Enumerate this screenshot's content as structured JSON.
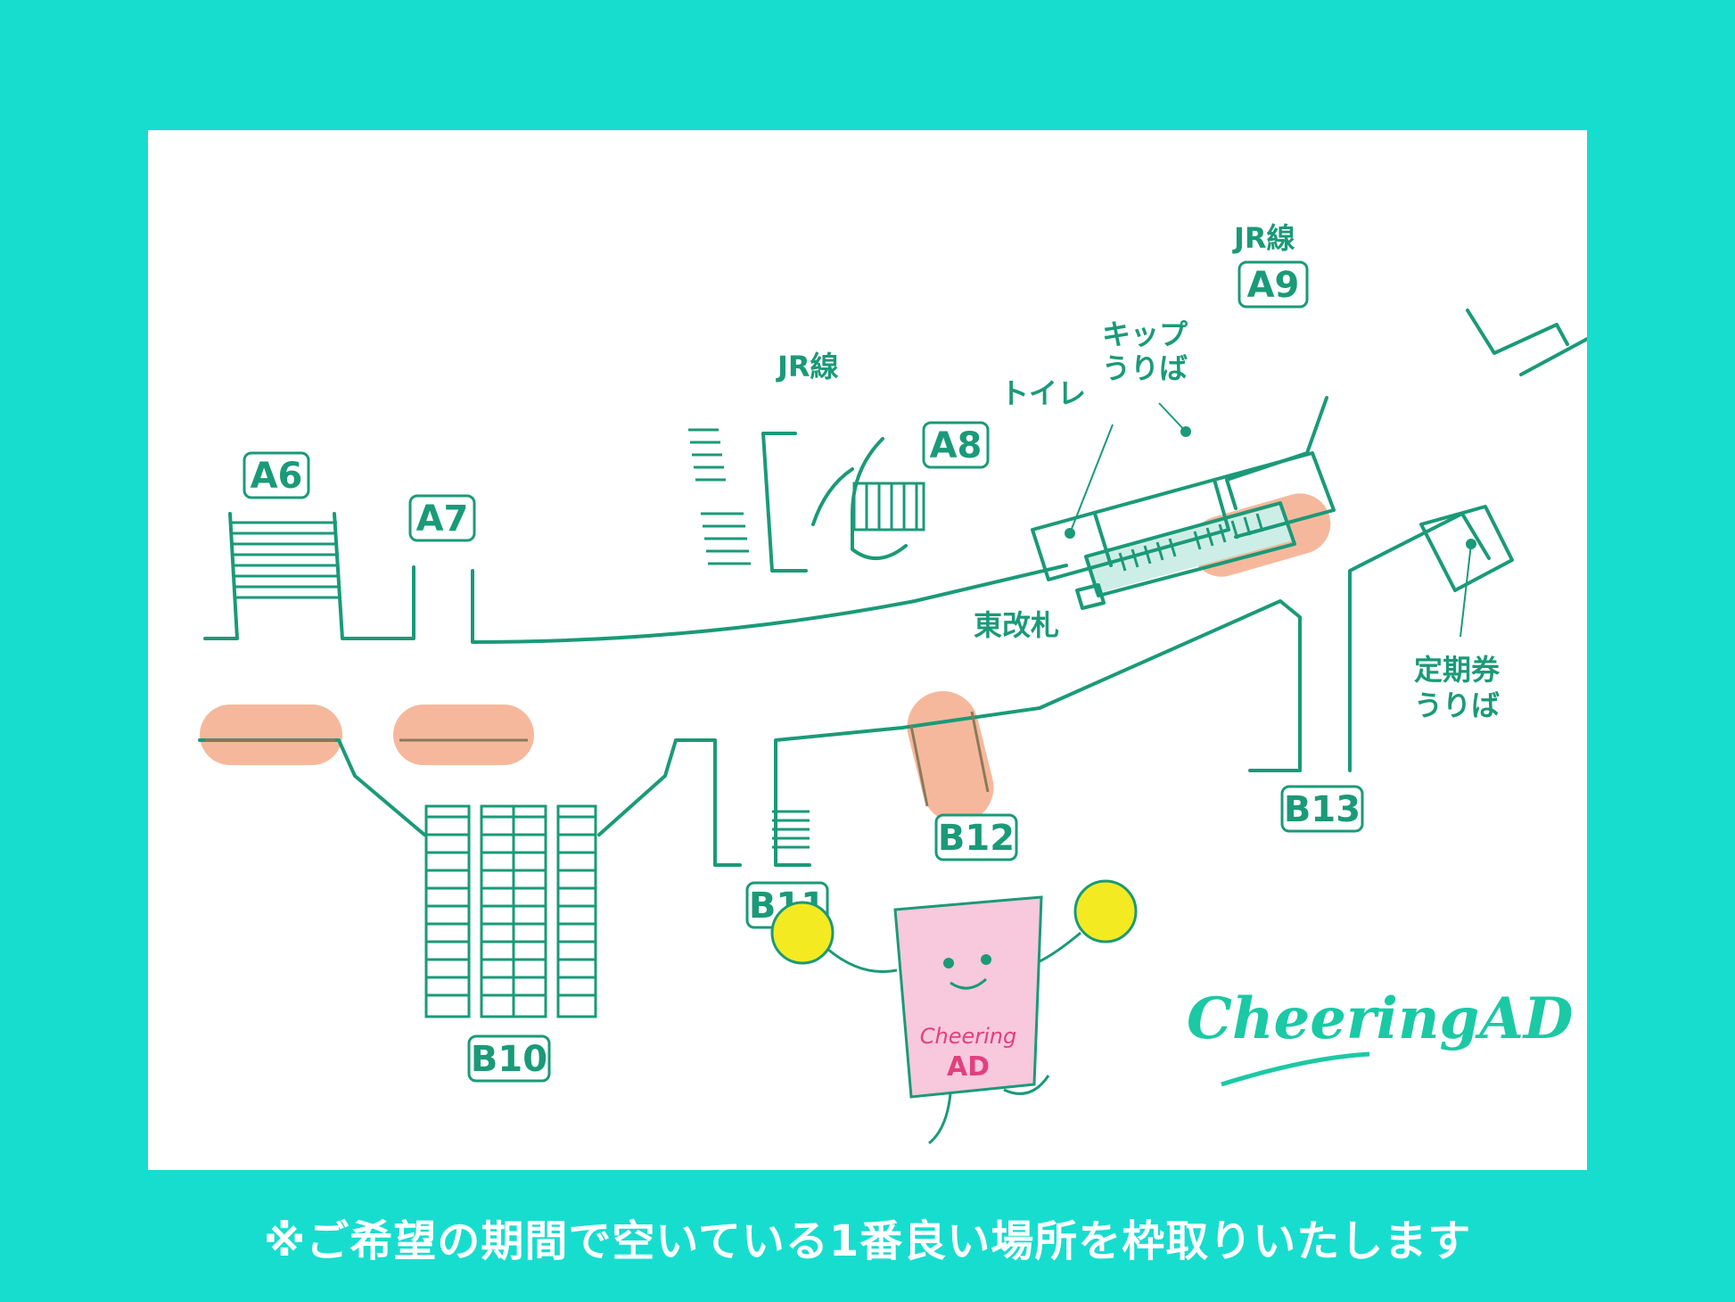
{
  "map": {
    "exits": {
      "a6": "A6",
      "a7": "A7",
      "a8": "A8",
      "a9": "A9",
      "b10": "B10",
      "b11": "B11",
      "b12": "B12",
      "b13": "B13"
    },
    "labels": {
      "jr_line_left": "JR線",
      "jr_line_right": "JR線",
      "toilet": "トイレ",
      "ticket_sales_line1": "キップ",
      "ticket_sales_line2": "うりば",
      "east_gate": "東改札",
      "commuter_pass_line1": "定期券",
      "commuter_pass_line2": "うりば"
    },
    "colors": {
      "line": "#1a9a78",
      "highlight": "#f6b89c",
      "gate_area": "#cdeee6",
      "background": "#17ddcf"
    }
  },
  "mascot": {
    "text_line1": "Cheering",
    "text_line2": "AD",
    "pompom_color": "#f4ea21",
    "body_color": "#f8c8dc"
  },
  "logo": {
    "text": "CheeringAD"
  },
  "footer": {
    "note": "※ご希望の期間で空いている1番良い場所を枠取りいたします"
  }
}
